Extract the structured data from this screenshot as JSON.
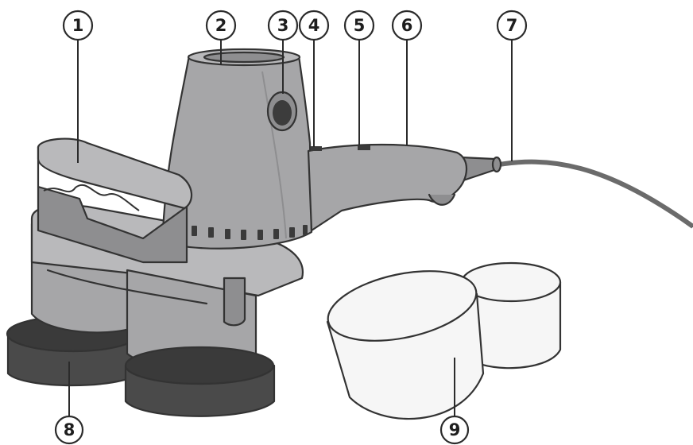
{
  "colors": {
    "body": "#a6a6a8",
    "body_light": "#b9b9bb",
    "body_dark": "#8e8e90",
    "vent": "#3a3a3a",
    "button": "#3c3c3c",
    "pad": "#4a4a4a",
    "pad_top": "#3a3a3a",
    "cord": "#6b6b6b",
    "bonnet": "#f6f6f6",
    "outline": "#333333"
  },
  "callouts": [
    {
      "label": "1",
      "part": "handle"
    },
    {
      "label": "2",
      "part": "motor-housing"
    },
    {
      "label": "3",
      "part": "power-button"
    },
    {
      "label": "4",
      "part": "switch-slot-left"
    },
    {
      "label": "5",
      "part": "switch-slot-right"
    },
    {
      "label": "6",
      "part": "grip-handle"
    },
    {
      "label": "7",
      "part": "power-cord"
    },
    {
      "label": "8",
      "part": "polishing-pads"
    },
    {
      "label": "9",
      "part": "polishing-bonnets"
    }
  ]
}
